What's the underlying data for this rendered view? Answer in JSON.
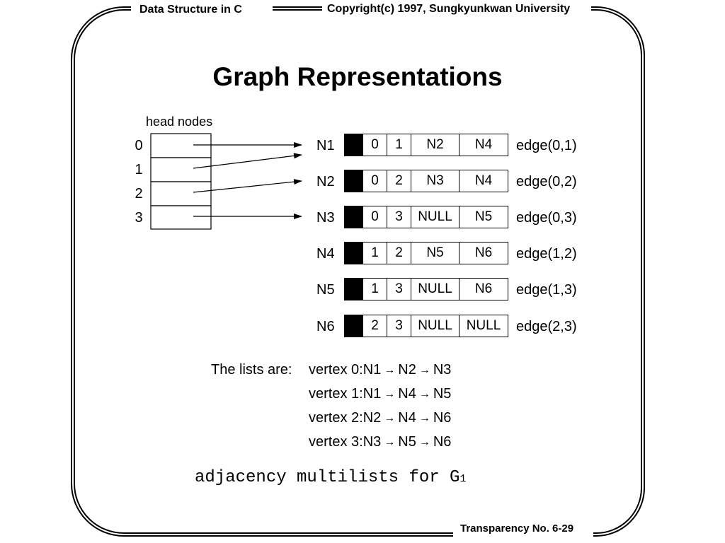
{
  "header": {
    "left": "Data Structure in C",
    "right": "Copyright(c) 1997, Sungkyunkwan University"
  },
  "title": "Graph Representations",
  "head_nodes": {
    "label": "head nodes",
    "indices": [
      "0",
      "1",
      "2",
      "3"
    ]
  },
  "nodes": [
    {
      "name": "N1",
      "v1": "0",
      "v2": "1",
      "p1": "N2",
      "p2": "N4",
      "edge": "edge(0,1)"
    },
    {
      "name": "N2",
      "v1": "0",
      "v2": "2",
      "p1": "N3",
      "p2": "N4",
      "edge": "edge(0,2)"
    },
    {
      "name": "N3",
      "v1": "0",
      "v2": "3",
      "p1": "NULL",
      "p2": "N5",
      "edge": "edge(0,3)"
    },
    {
      "name": "N4",
      "v1": "1",
      "v2": "2",
      "p1": "N5",
      "p2": "N6",
      "edge": "edge(1,2)"
    },
    {
      "name": "N5",
      "v1": "1",
      "v2": "3",
      "p1": "NULL",
      "p2": "N6",
      "edge": "edge(1,3)"
    },
    {
      "name": "N6",
      "v1": "2",
      "v2": "3",
      "p1": "NULL",
      "p2": "NULL",
      "edge": "edge(2,3)"
    }
  ],
  "lists": {
    "intro": "The lists are:",
    "rows": [
      {
        "vertex": "vertex 0:N1",
        "a": "N2",
        "b": "N3"
      },
      {
        "vertex": "vertex 1:N1",
        "a": "N4",
        "b": "N5"
      },
      {
        "vertex": "vertex 2:N2",
        "a": "N4",
        "b": "N6"
      },
      {
        "vertex": "vertex 3:N3",
        "a": "N5",
        "b": "N6"
      }
    ],
    "arrow": "→"
  },
  "caption": {
    "text": "adjacency multilists for G",
    "subscript": "1"
  },
  "footer": {
    "text": "Transparency  No. 6-29"
  }
}
